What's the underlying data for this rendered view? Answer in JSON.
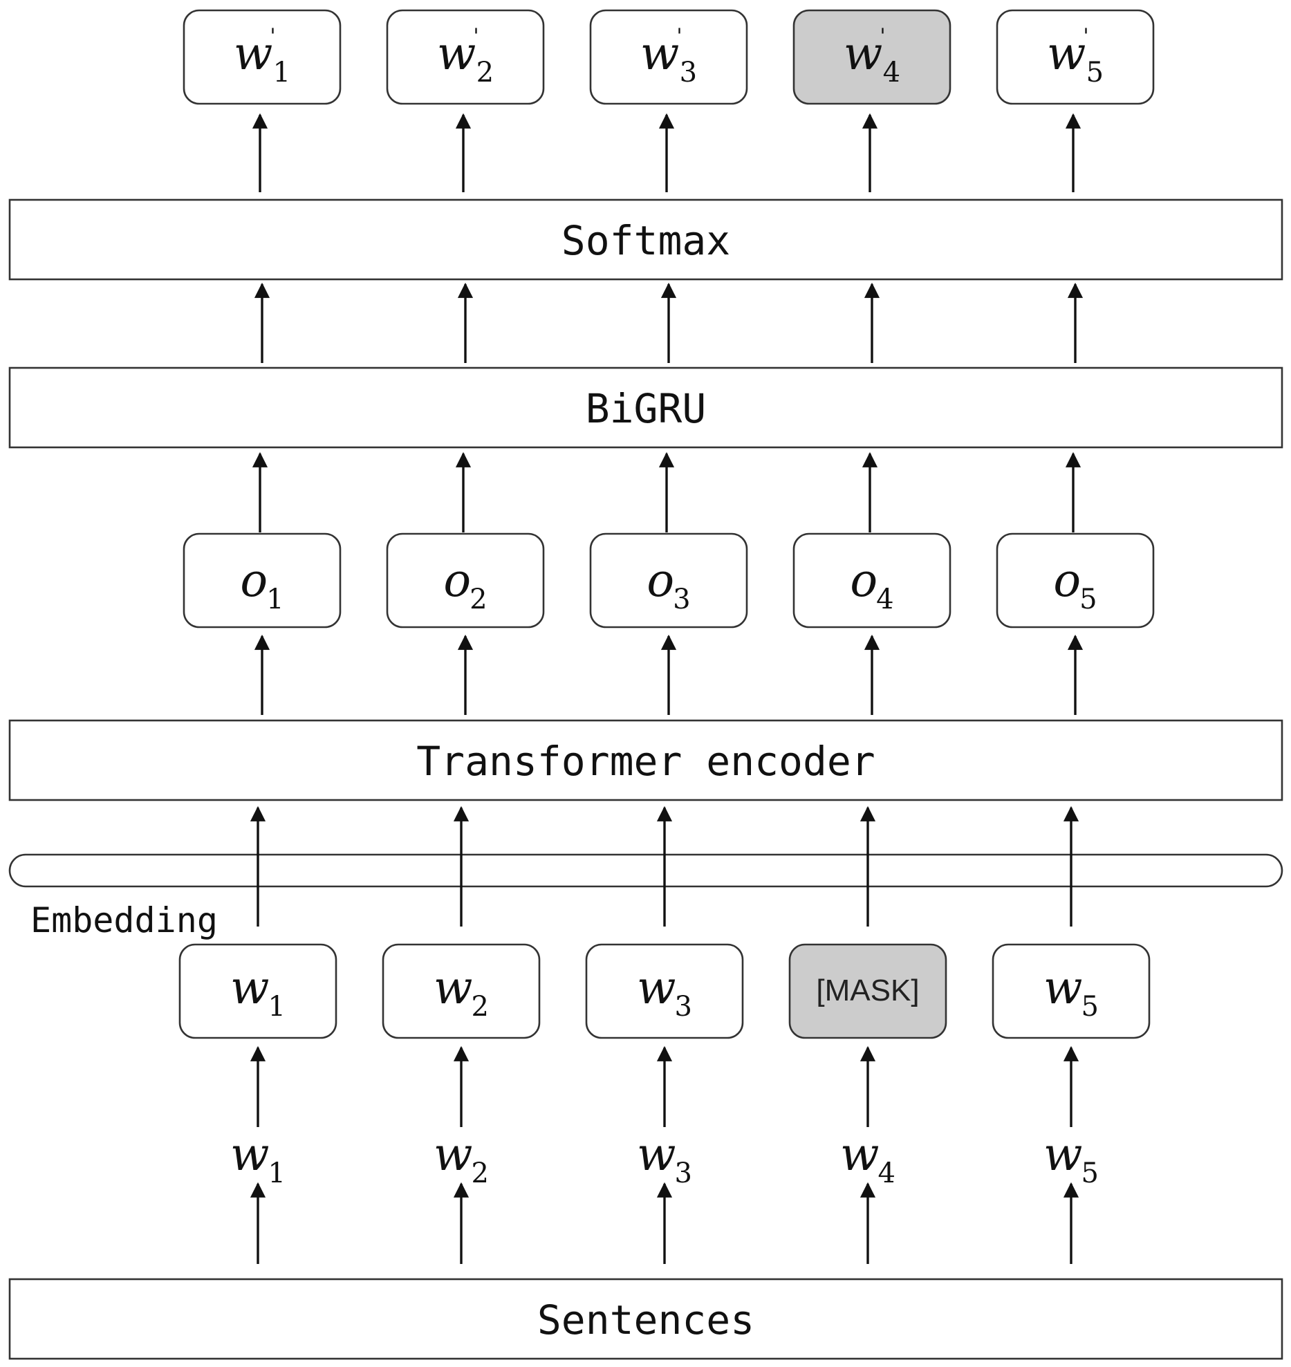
{
  "layers": {
    "softmax": "Softmax",
    "bigru": "BiGRU",
    "transformer": "Transformer encoder",
    "embedding": "Embedding",
    "sentences": "Sentences"
  },
  "outputs": [
    {
      "base": "w",
      "prime": "'",
      "sub": "1"
    },
    {
      "base": "w",
      "prime": "'",
      "sub": "2"
    },
    {
      "base": "w",
      "prime": "'",
      "sub": "3"
    },
    {
      "base": "w",
      "prime": "'",
      "sub": "4",
      "highlight": true
    },
    {
      "base": "w",
      "prime": "'",
      "sub": "5"
    }
  ],
  "encoder_outputs": [
    {
      "base": "o",
      "sub": "1"
    },
    {
      "base": "o",
      "sub": "2"
    },
    {
      "base": "o",
      "sub": "3"
    },
    {
      "base": "o",
      "sub": "4"
    },
    {
      "base": "o",
      "sub": "5"
    }
  ],
  "embedded_tokens": [
    {
      "base": "w",
      "sub": "1"
    },
    {
      "base": "w",
      "sub": "2"
    },
    {
      "base": "w",
      "sub": "3"
    },
    {
      "mask": "[MASK]",
      "highlight": true
    },
    {
      "base": "w",
      "sub": "5"
    }
  ],
  "input_words": [
    {
      "base": "w",
      "sub": "1"
    },
    {
      "base": "w",
      "sub": "2"
    },
    {
      "base": "w",
      "sub": "3"
    },
    {
      "base": "w",
      "sub": "4"
    },
    {
      "base": "w",
      "sub": "5"
    }
  ]
}
